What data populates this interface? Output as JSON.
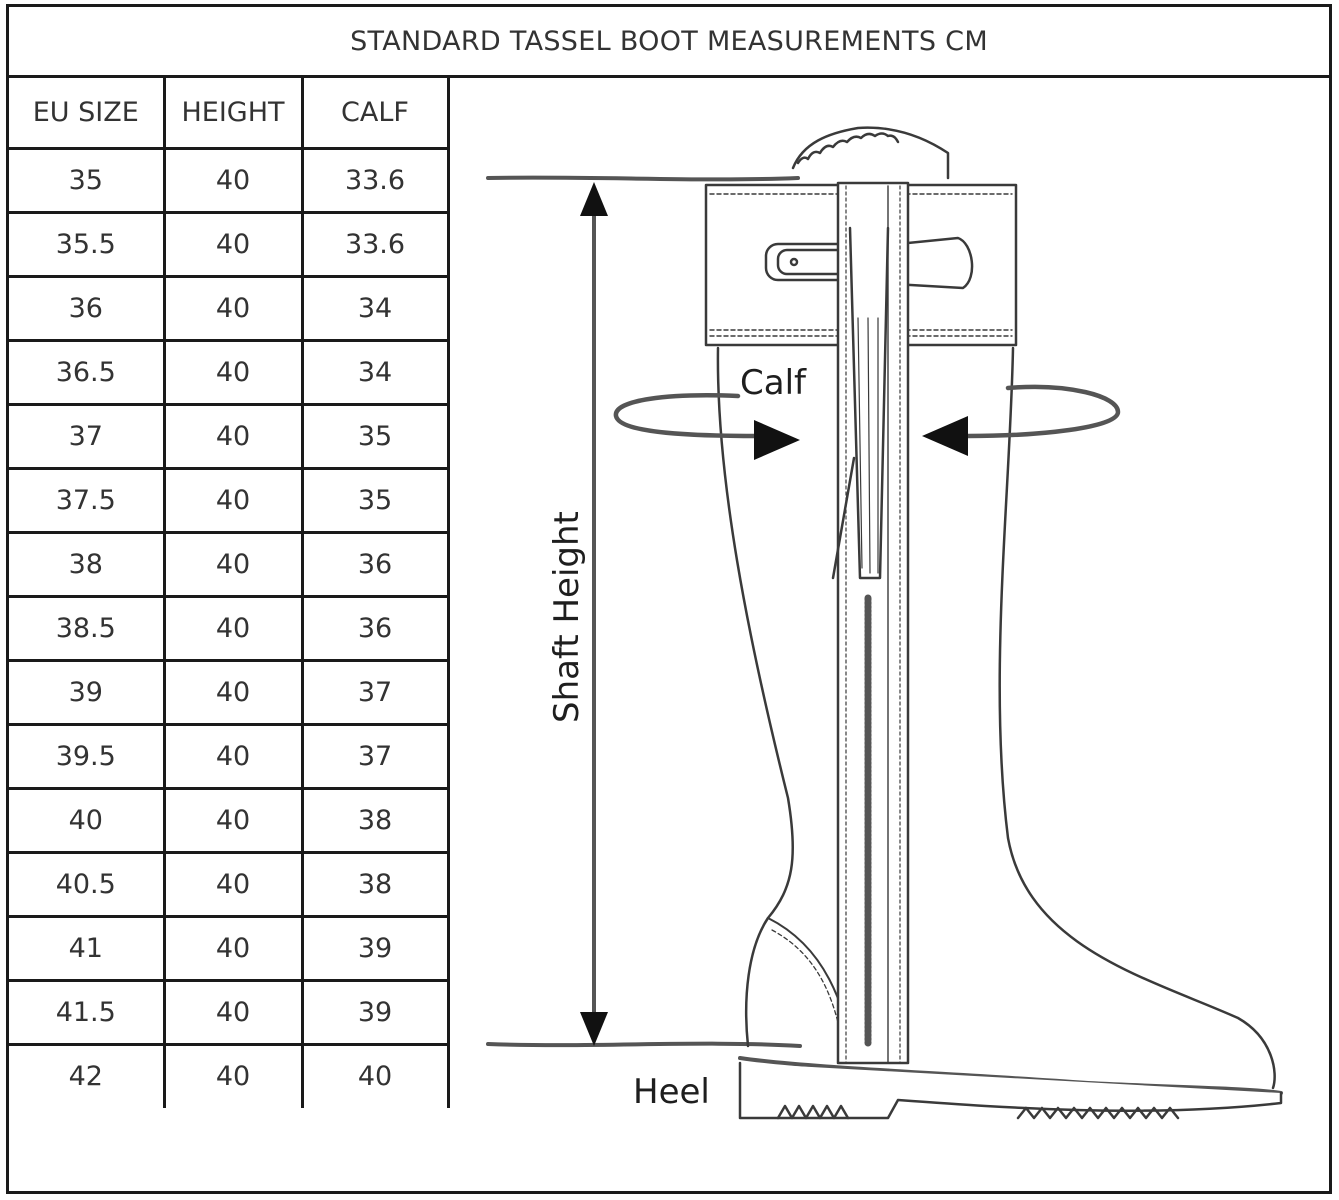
{
  "title": "STANDARD TASSEL BOOT MEASUREMENTS CM",
  "columns": [
    "EU SIZE",
    "HEIGHT",
    "CALF"
  ],
  "rows": [
    [
      "35",
      "40",
      "33.6"
    ],
    [
      "35.5",
      "40",
      "33.6"
    ],
    [
      "36",
      "40",
      "34"
    ],
    [
      "36.5",
      "40",
      "34"
    ],
    [
      "37",
      "40",
      "35"
    ],
    [
      "37.5",
      "40",
      "35"
    ],
    [
      "38",
      "40",
      "36"
    ],
    [
      "38.5",
      "40",
      "36"
    ],
    [
      "39",
      "40",
      "37"
    ],
    [
      "39.5",
      "40",
      "37"
    ],
    [
      "40",
      "40",
      "38"
    ],
    [
      "40.5",
      "40",
      "38"
    ],
    [
      "41",
      "40",
      "39"
    ],
    [
      "41.5",
      "40",
      "39"
    ],
    [
      "42",
      "40",
      "40"
    ]
  ],
  "diagram": {
    "labels": {
      "calf": "Calf",
      "shaft_height": "Shaft Height",
      "heel": "Heel"
    },
    "icon": "boot-illustration"
  }
}
